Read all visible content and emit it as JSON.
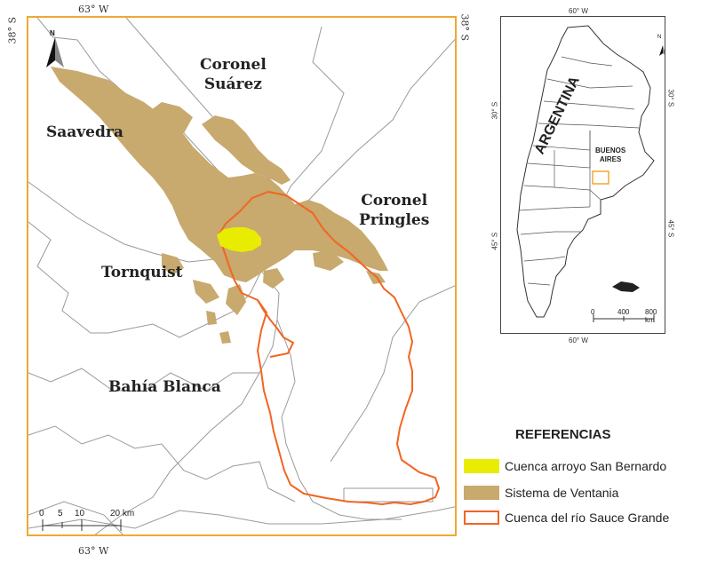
{
  "main_map": {
    "departments": {
      "coronel_suarez": "Coronel\nSuárez",
      "saavedra": "Saavedra",
      "coronel_pringles": "Coronel\nPringles",
      "tornquist": "Tornquist",
      "bahia_blanca": "Bahía Blanca"
    },
    "coords": {
      "lon_top": "63° W",
      "lon_bottom": "63° W",
      "lat_left": "38° S",
      "lat_right": "38° S"
    },
    "north_letter": "N",
    "scalebar": {
      "ticks": [
        "0",
        "5",
        "10",
        "20 km"
      ]
    }
  },
  "inset_map": {
    "country_label": "ARGENTINA",
    "province_label_1": "BUENOS",
    "province_label_2": "AIRES",
    "coords": {
      "lon_top": "60° W",
      "lon_bottom": "60° W",
      "lat_30_left": "30° S",
      "lat_30_right": "30° S",
      "lat_45_left": "45° S",
      "lat_45_right": "45° S"
    },
    "north_letter": "N",
    "scalebar": {
      "ticks": [
        "0",
        "400",
        "800 km"
      ]
    }
  },
  "legend": {
    "title": "REFERENCIAS",
    "items": [
      {
        "label": "Cuenca arroyo San Bernardo",
        "color": "#e8ec00"
      },
      {
        "label": "Sistema de Ventania",
        "color": "#c8a96e"
      },
      {
        "label": "Cuenca del río Sauce Grande",
        "color": "#f26522"
      }
    ]
  },
  "colors": {
    "frame": "#f0a830",
    "boundaries": "#9a9a9a",
    "ventania": "#c8a96e",
    "san_bernardo": "#e8ec00",
    "sauce_grande": "#f26522"
  }
}
